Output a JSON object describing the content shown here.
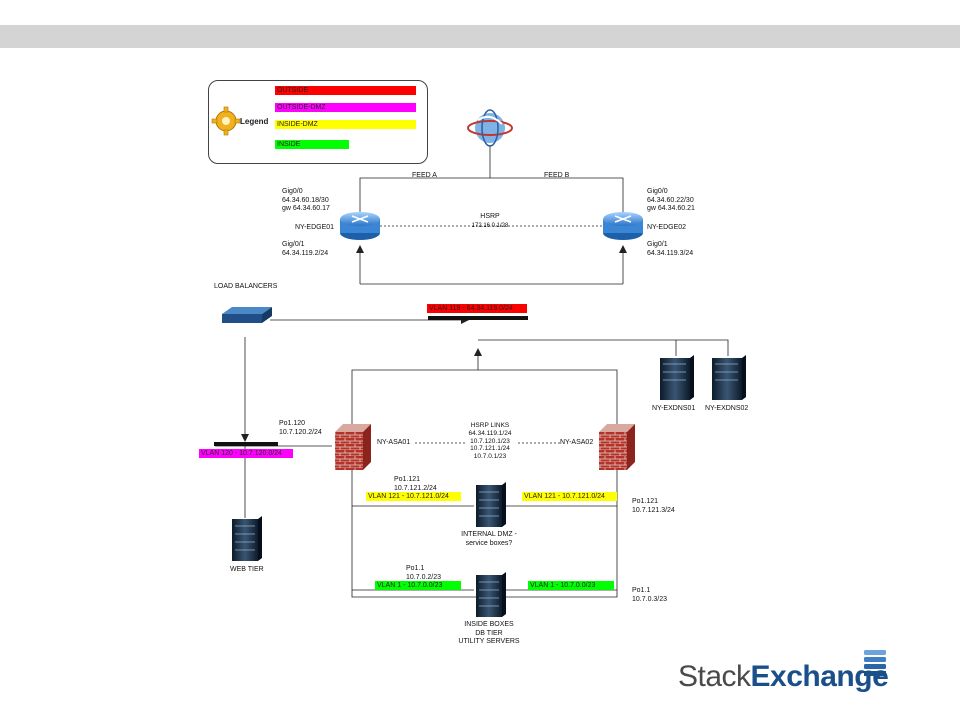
{
  "colors": {
    "outside": "#ff0000",
    "outside_dmz": "#ff00ff",
    "inside_dmz": "#ffff00",
    "inside": "#00ff00",
    "top_band": "#d4d4d4",
    "logo_dark": "#4a4a4a",
    "logo_blue": "#1a4f8a"
  },
  "legend": {
    "title": "Legend",
    "items": [
      {
        "label": "OUTSIDE",
        "color": "#ff0000"
      },
      {
        "label": "OUTSIDE-DMZ",
        "color": "#ff00ff"
      },
      {
        "label": "INSIDE-DMZ",
        "color": "#ffff00"
      },
      {
        "label": "INSIDE",
        "color": "#00ff00"
      }
    ]
  },
  "feeds": {
    "a": "FEED A",
    "b": "FEED B"
  },
  "edge01": {
    "name": "NY-EDGE01",
    "gig00": "Gig0/0\n64.34.60.18/30\ngw 64.34.60.17",
    "gig01": "Gig/0/1\n64.34.119.2/24"
  },
  "edge02": {
    "name": "NY-EDGE02",
    "gig00": "Gig0/0\n64.34.60.22/30\ngw 64.34.60.21",
    "gig01": "Gig0/1\n64.34.119.3/24"
  },
  "hsrp": {
    "title": "HSRP",
    "ip": "172.16.0.1/28"
  },
  "load_balancers": "LOAD BALANCERS",
  "vlans": {
    "v119": "VLAN 119 - 64.34.119.0/24",
    "v120": "VLAN 120 - 10.7.120.0/24",
    "v121_left": "VLAN 121 - 10.7.121.0/24",
    "v121_right": "VLAN 121 - 10.7.121.0/24",
    "v1_left": "VLAN 1 - 10.7.0.0/23",
    "v1_right": "VLAN 1 - 10.7.0.0/23"
  },
  "asa01": {
    "name": "NY-ASA01",
    "po120": "Po1.120\n10.7.120.2/24",
    "po121": "Po1.121\n10.7.121.2/24",
    "po1": "Po1.1\n10.7.0.2/23"
  },
  "asa02": {
    "name": "NY-ASA02",
    "po121": "Po1.121\n10.7.121.3/24",
    "po1": "Po1.1\n10.7.0.3/23"
  },
  "hsrp_links": "HSRP LINKS\n64.34.119.1/24\n10.7.120.1/23\n10.7.121.1/24\n10.7.0.1/23",
  "dns": {
    "a": "NY-EXDNS01",
    "b": "NY-EXDNS02"
  },
  "web_tier": "WEB TIER",
  "dmz_box": "INTERNAL DMZ -\nservice boxes?",
  "inside_box": "INSIDE BOXES\nDB TIER\nUTILITY SERVERS",
  "logo": {
    "part1": "Stack",
    "part2": "Exchange"
  }
}
